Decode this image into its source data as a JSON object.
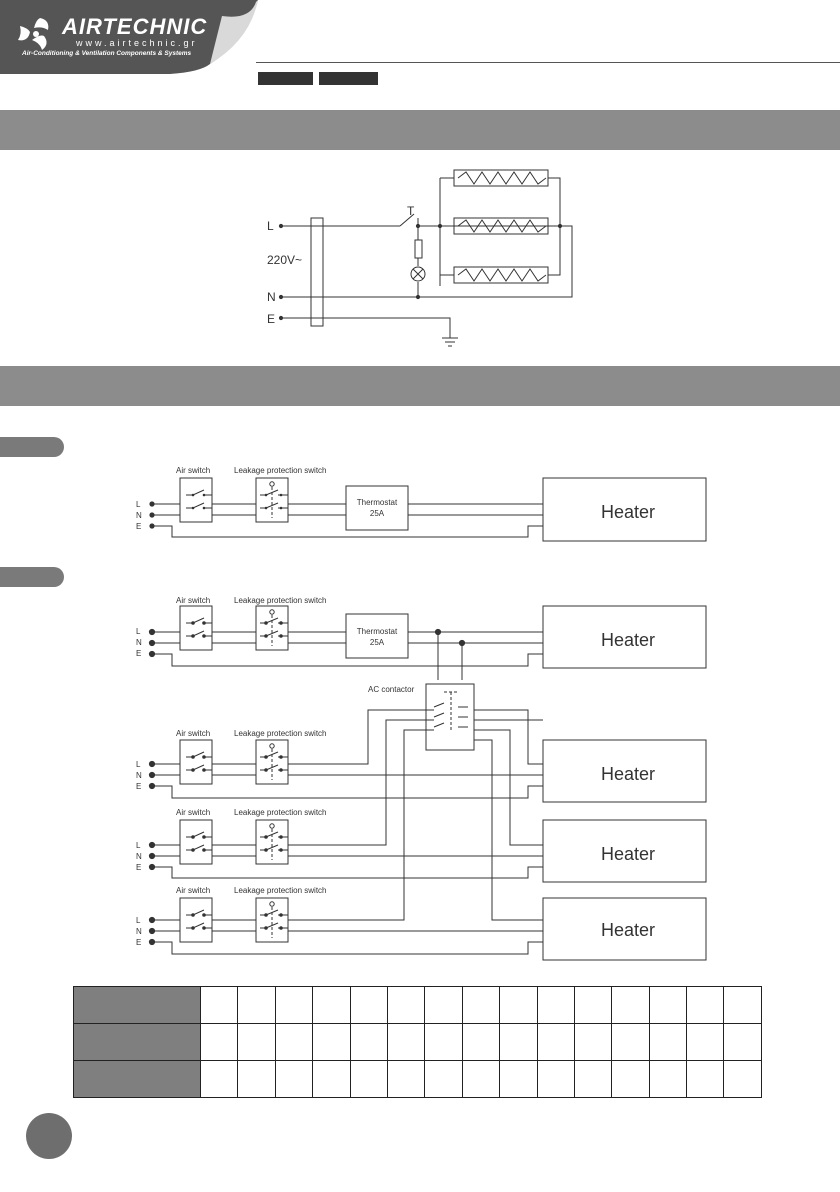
{
  "brand": {
    "name": "AIRTECHNIC",
    "url": "www.airtechnic.gr",
    "tagline": "Air-Conditioning & Ventilation Components & Systems"
  },
  "diagram1": {
    "labels": {
      "l": "L",
      "voltage": "220V~",
      "n": "N",
      "e": "E",
      "t": "T"
    }
  },
  "diagram2": {
    "rows": {
      "l": "L",
      "n": "N",
      "e": "E"
    },
    "air_switch": "Air switch",
    "leakage": "Leakage protection switch",
    "thermostat": "Thermostat",
    "thermostat_rating": "25A",
    "heater": "Heater",
    "ac_contactor": "AC contactor"
  },
  "colors": {
    "section_bar": "#8c8c8c",
    "logo_bg": "#555555",
    "table_header": "#7f7f7f"
  }
}
